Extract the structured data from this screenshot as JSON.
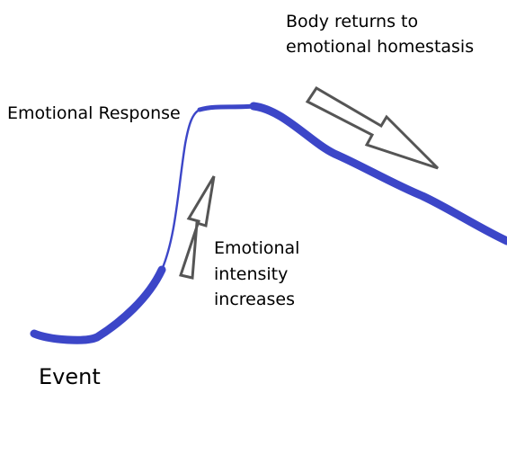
{
  "labels": {
    "event": "Event",
    "emotional_response": "Emotional Response",
    "intensity": "Emotional\nintensity\nincreases",
    "homeostasis": "Body returns to\nemotional homestasis"
  },
  "curve": {
    "color": "#3c46c8"
  },
  "arrows": {
    "outline_color": "#555555",
    "fill_color": "#ffffff",
    "up_arrow_icon": "arrow-up-outline",
    "down_right_arrow_icon": "arrow-down-right-outline"
  }
}
